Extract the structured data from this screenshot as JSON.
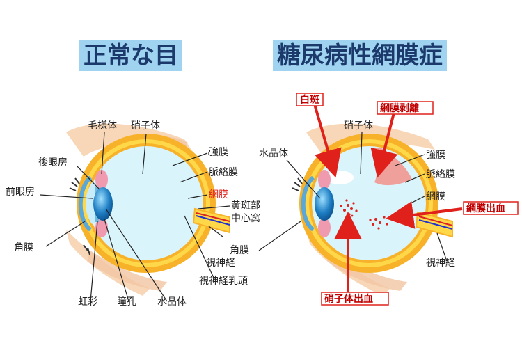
{
  "titles": {
    "normal": "正常な目",
    "diabetic": "糖尿病性網膜症"
  },
  "normal_eye_labels": {
    "ciliary_body": "毛様体",
    "vitreous_body": "硝子体",
    "posterior_chamber": "後眼房",
    "anterior_chamber": "前眼房",
    "sclera": "強膜",
    "choroid": "脈絡膜",
    "retina": "網膜",
    "macula": "黄斑部",
    "fovea": "中心窩",
    "optic_nerve": "視神経",
    "cornea": "角膜",
    "optic_disc": "視神経乳頭",
    "iris": "虹彩",
    "pupil": "瞳孔",
    "lens": "水晶体"
  },
  "diabetic_eye_labels": {
    "white_spot": "白斑",
    "retinal_detachment": "網膜剥離",
    "vitreous_body": "硝子体",
    "lens": "水晶体",
    "sclera": "強膜",
    "choroid": "脈絡膜",
    "retina": "網膜",
    "retinal_hemorrhage": "網膜出血",
    "cornea": "角膜",
    "optic_nerve": "視神経",
    "vitreous_hemorrhage": "硝子体出血"
  },
  "colors": {
    "title_bg": "#9fd3f0",
    "sclera": "#f7b22a",
    "choroid": "#ffd84a",
    "vitreous": "#d9f4fb",
    "eyelid": "#f7d7b8",
    "lens": "#1f7fc4",
    "callout_red": "#e0201a"
  }
}
